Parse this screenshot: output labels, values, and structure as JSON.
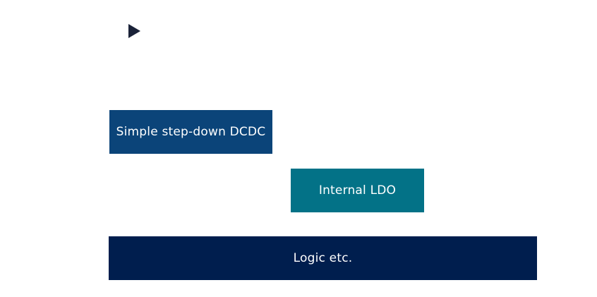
{
  "diagram": {
    "marker_icon": "play-triangle-icon",
    "blocks": [
      {
        "label": "Simple step-down DCDC",
        "color": "#0b4479"
      },
      {
        "label": "Internal LDO",
        "color": "#037287"
      },
      {
        "label": "Logic etc.",
        "color": "#001e4e"
      }
    ]
  }
}
